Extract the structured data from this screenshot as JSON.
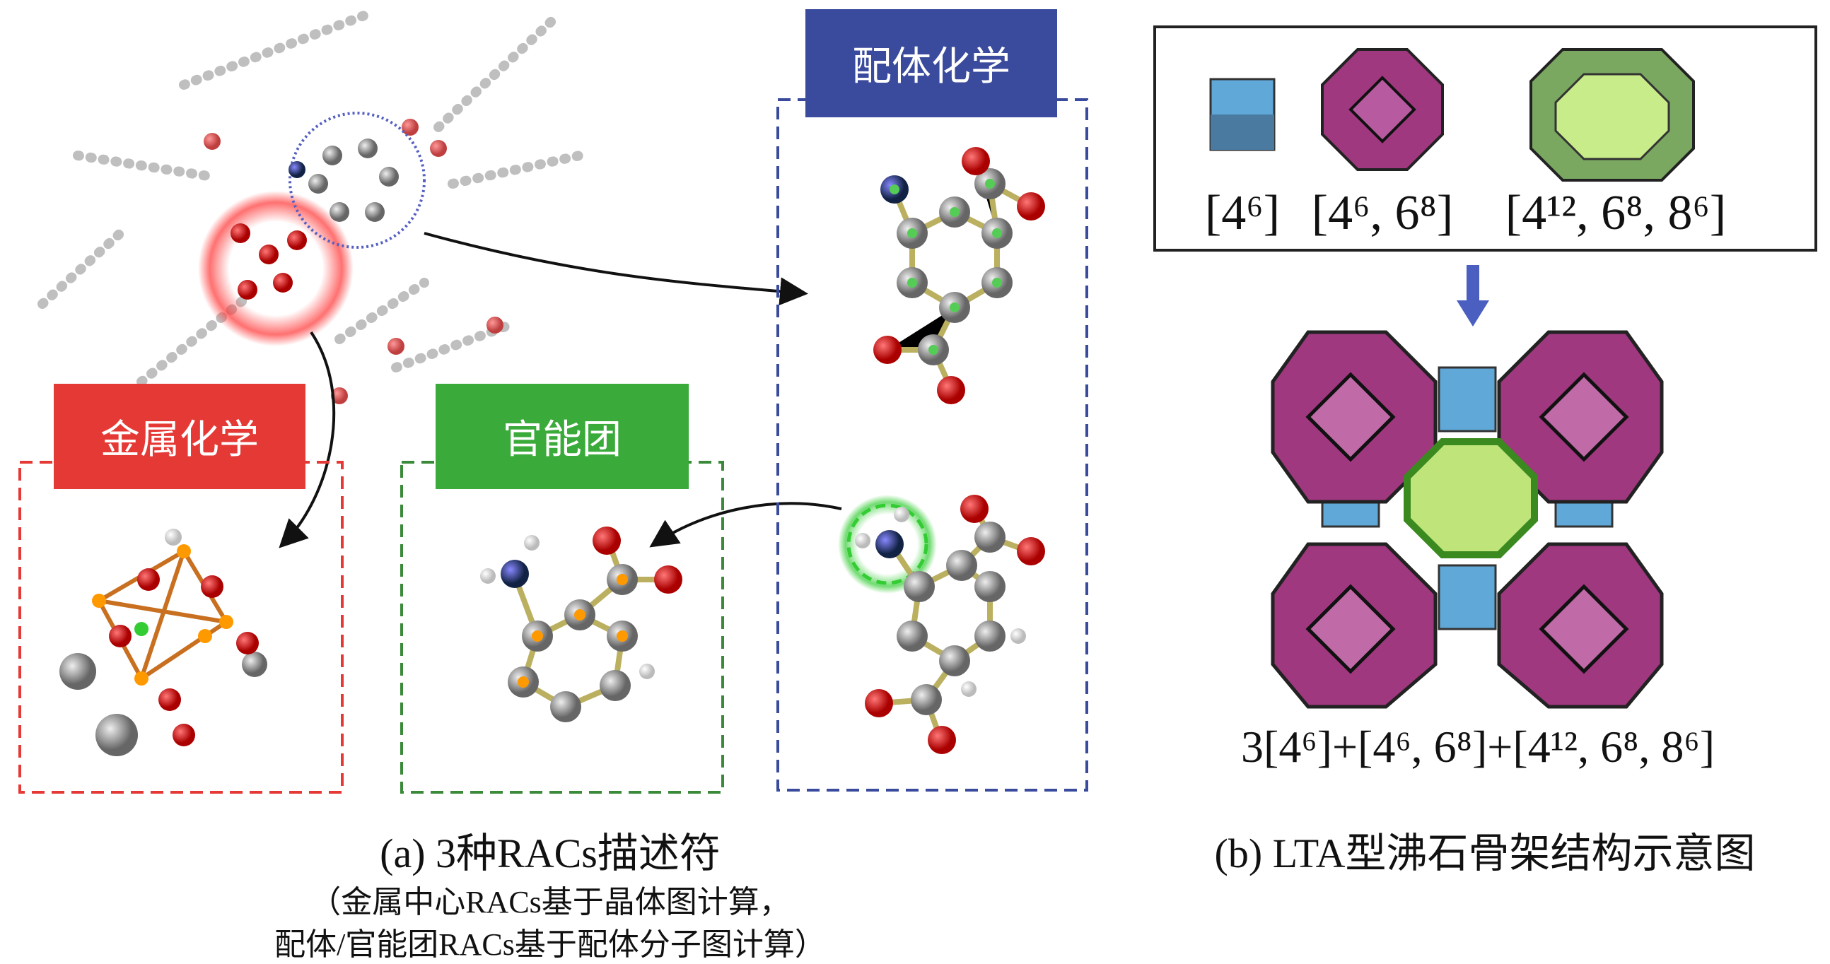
{
  "panel_a": {
    "labels": {
      "ligand": "配体化学",
      "metal": "金属化学",
      "functional_group": "官能团"
    },
    "caption": "(a) 3种RACs描述符",
    "note_line1": "（金属中心RACs基于晶体图计算，",
    "note_line2": "配体/官能团RACs基于配体分子图计算）",
    "colors": {
      "ligand": "#3a4a9c",
      "metal": "#e53935",
      "functional_group": "#3aaa3a"
    }
  },
  "panel_b": {
    "cages": [
      "[4⁶]",
      "[4⁶, 6⁸]",
      "[4¹², 6⁸, 8⁶]"
    ],
    "formula": "3[4⁶]+[4⁶, 6⁸]+[4¹², 6⁸, 8⁶]",
    "caption": "(b) LTA型沸石骨架结构示意图",
    "colors": {
      "d4r": "#5fa8d8",
      "sodalite": "#a0387f",
      "alpha": "#a8d870"
    }
  }
}
